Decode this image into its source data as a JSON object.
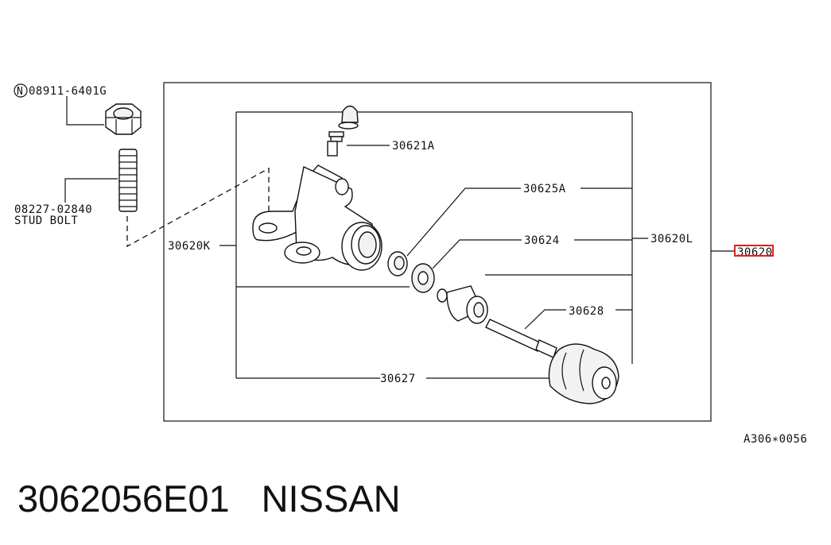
{
  "labels": {
    "nut_code": "08911-6401G",
    "nut_prefix": "N",
    "stud_code": "08227-02840",
    "stud_name": "STUD BOLT",
    "p30621A": "30621A",
    "p30625A": "30625A",
    "p30624": "30624",
    "p30620L": "30620L",
    "p30620K": "30620K",
    "p30628": "30628",
    "p30627": "30627",
    "p30620": "30620",
    "ref_code": "A306∗0056"
  },
  "footer": {
    "part_number": "3062056E01",
    "brand": "NISSAN"
  },
  "colors": {
    "line": "#111111",
    "highlight": "#e02020",
    "background": "#ffffff"
  }
}
